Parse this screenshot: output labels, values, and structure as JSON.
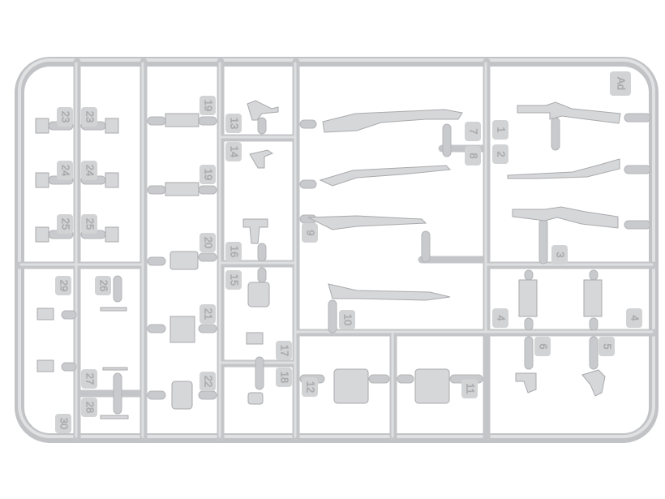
{
  "sprue": {
    "frame_code": "Ad",
    "labels": {
      "p1": "1",
      "p2": "2",
      "p3": "3",
      "p4a": "4",
      "p4b": "4",
      "p5": "5",
      "p6": "6",
      "p7": "7",
      "p8": "8",
      "p9": "9",
      "p10": "10",
      "p11": "11",
      "p12": "12",
      "p13": "13",
      "p14": "14",
      "p15": "15",
      "p16": "16",
      "p17": "17",
      "p18": "18",
      "p19a": "19",
      "p19b": "19",
      "p20": "20",
      "p21": "21",
      "p22": "22",
      "p23a": "23",
      "p23b": "23",
      "p24a": "24",
      "p24b": "24",
      "p25a": "25",
      "p25b": "25",
      "p26": "26",
      "p27": "27",
      "p28": "28",
      "p29": "29",
      "p30": "30"
    },
    "colors": {
      "plastic": "#c4c5c8",
      "background": "#ffffff"
    }
  }
}
